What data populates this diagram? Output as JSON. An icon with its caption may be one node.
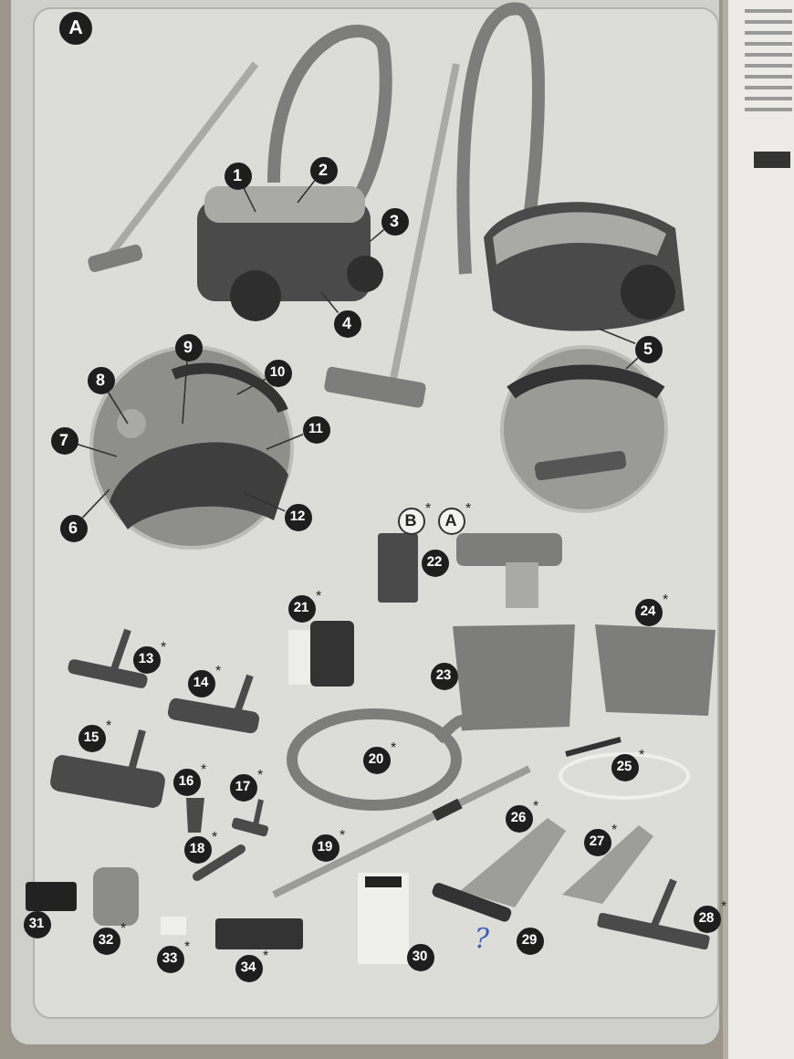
{
  "diagram": {
    "nodes": [
      {
        "text": [
          "A"
        ]
      },
      {
        "text": [
          "1"
        ]
      },
      {
        "text": [
          "2"
        ]
      },
      {
        "text": [
          "3"
        ]
      },
      {
        "text": [
          "4"
        ]
      },
      {
        "text": [
          "5"
        ]
      },
      {
        "text": [
          "9"
        ]
      },
      {
        "text": [
          "8"
        ]
      },
      {
        "text": [
          "10"
        ]
      },
      {
        "text": [
          "11"
        ]
      },
      {
        "text": [
          "7"
        ]
      },
      {
        "text": [
          "6"
        ]
      },
      {
        "text": [
          "12"
        ]
      },
      {
        "text": [
          "B"
        ],
        "beside": [
          "*"
        ]
      },
      {
        "text": [
          "A"
        ],
        "beside": [
          "*"
        ]
      },
      {
        "text": [
          "22"
        ]
      },
      {
        "text": [
          "21"
        ],
        "beside": [
          "*"
        ]
      },
      {
        "text": [
          "24"
        ],
        "beside": [
          "*"
        ]
      },
      {
        "text": [
          "13"
        ],
        "beside": [
          "*"
        ]
      },
      {
        "text": [
          "14"
        ],
        "beside": [
          "*"
        ]
      },
      {
        "text": [
          "23"
        ]
      },
      {
        "text": [
          "15"
        ],
        "beside": [
          "*"
        ]
      },
      {
        "text": [
          "20"
        ],
        "beside": [
          "*"
        ]
      },
      {
        "text": [
          "25"
        ],
        "beside": [
          "*"
        ]
      },
      {
        "text": [
          "16"
        ],
        "beside": [
          "*"
        ]
      },
      {
        "text": [
          "17"
        ],
        "beside": [
          "*"
        ]
      },
      {
        "text": [
          "26"
        ],
        "beside": [
          "*"
        ]
      },
      {
        "text": [
          "27"
        ],
        "beside": [
          "*"
        ]
      },
      {
        "text": [
          "18"
        ],
        "beside": [
          "*"
        ]
      },
      {
        "text": [
          "19"
        ],
        "beside": [
          "*"
        ]
      },
      {
        "text": [
          "28"
        ],
        "beside": [
          "*"
        ]
      },
      {
        "text": [
          "31"
        ]
      },
      {
        "text": [
          "32"
        ],
        "beside": [
          "*"
        ]
      },
      {
        "text": [
          "29"
        ]
      },
      {
        "text": [
          "30"
        ]
      },
      {
        "text": [
          "33"
        ],
        "beside": [
          "*"
        ]
      },
      {
        "text": [
          "34"
        ],
        "beside": [
          "*"
        ]
      }
    ],
    "edges": [
      {
        "from": 1,
        "to": null,
        "arrow": "none"
      },
      {
        "from": 2,
        "to": null,
        "arrow": "none"
      },
      {
        "from": 3,
        "to": null,
        "arrow": "none"
      },
      {
        "from": 4,
        "to": null,
        "arrow": "none"
      },
      {
        "from": 5,
        "to": null,
        "arrow": "none"
      },
      {
        "from": 5,
        "to": null,
        "arrow": "none"
      },
      {
        "from": 6,
        "to": null,
        "arrow": "none"
      },
      {
        "from": 7,
        "to": null,
        "arrow": "none"
      },
      {
        "from": 8,
        "to": null,
        "arrow": "none"
      },
      {
        "from": 9,
        "to": null,
        "arrow": "none"
      },
      {
        "from": 10,
        "to": null,
        "arrow": "none"
      },
      {
        "from": 11,
        "to": null,
        "arrow": "none"
      },
      {
        "from": 12,
        "to": null,
        "arrow": "none"
      }
    ],
    "labels": [
      "?"
    ]
  }
}
